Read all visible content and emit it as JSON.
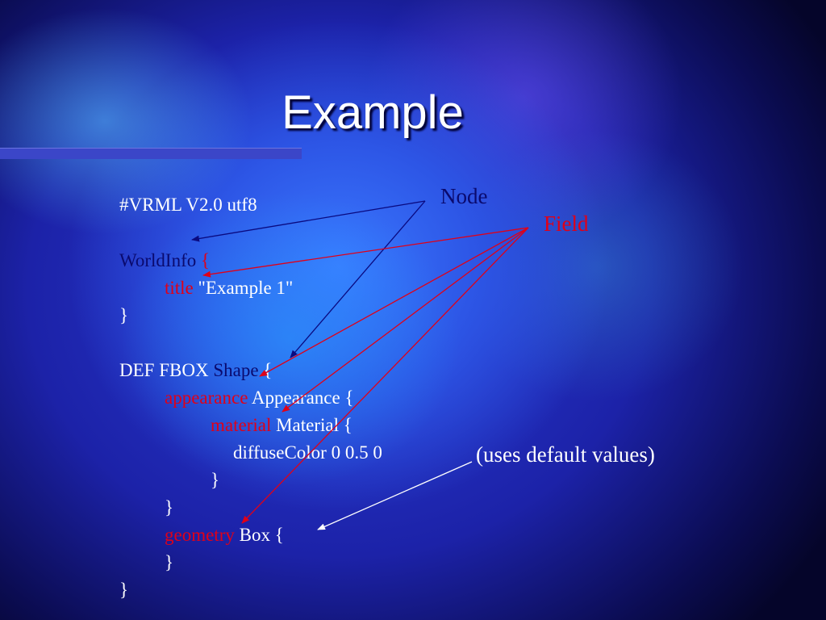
{
  "slide": {
    "title": "Example"
  },
  "code": {
    "line1": "#VRML V2.0 utf8",
    "worldinfo": "WorldInfo",
    "worldinfo_brace": " {",
    "title_field": "title",
    "title_value": " \"Example 1\"",
    "close1": "}",
    "def_fbox": "DEF FBOX ",
    "shape": "Shape",
    "shape_brace": " {",
    "appearance_field": "appearance",
    "appearance_node": " Appearance {",
    "material_field": "material",
    "material_node": " Material {",
    "diffuse": "diffuseColor 0 0.5 0",
    "close_material": "}",
    "close_appearance": "}",
    "geometry_field": "geometry",
    "geometry_node": " Box {",
    "close_box": "}",
    "close_shape": "}"
  },
  "annotations": {
    "node": "Node",
    "field": "Field",
    "defaults": "(uses default values)"
  },
  "colors": {
    "node_label": "#0a0a6e",
    "field_label": "#e00018",
    "node_arrow": "#0a0a80",
    "field_arrow": "#e00018",
    "default_arrow": "#ffffff"
  }
}
